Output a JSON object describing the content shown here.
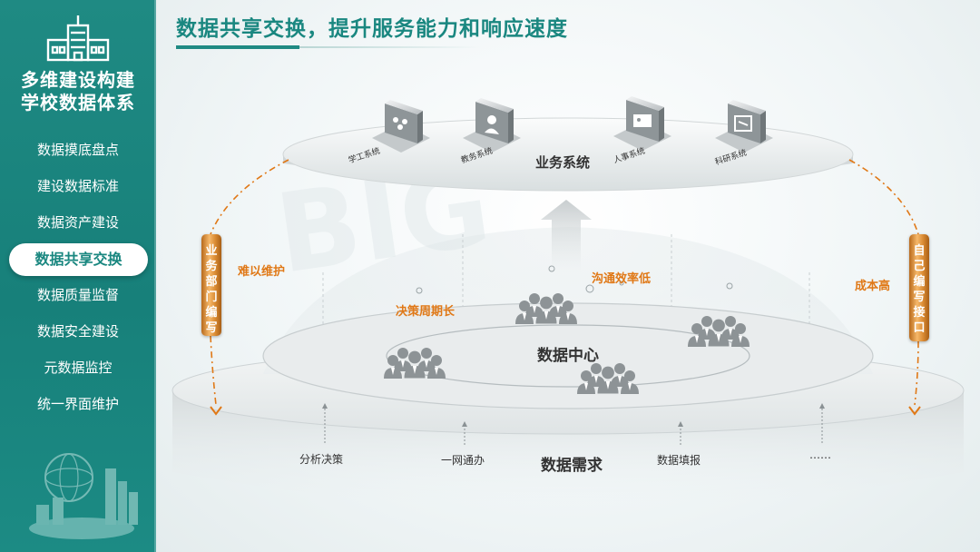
{
  "sidebar": {
    "title_line1": "多维建设构建",
    "title_line2": "学校数据体系",
    "menu": [
      {
        "label": "数据摸底盘点",
        "active": false
      },
      {
        "label": "建设数据标准",
        "active": false
      },
      {
        "label": "数据资产建设",
        "active": false
      },
      {
        "label": "数据共享交换",
        "active": true
      },
      {
        "label": "数据质量监督",
        "active": false
      },
      {
        "label": "数据安全建设",
        "active": false
      },
      {
        "label": "元数据监控",
        "active": false
      },
      {
        "label": "统一界面维护",
        "active": false
      }
    ]
  },
  "main": {
    "headline": "数据共享交换，提升服务能力和响应速度",
    "business": {
      "title": "业务系统",
      "systems": [
        "学工系统",
        "教务系统",
        "人事系统",
        "科研系统"
      ]
    },
    "center": {
      "title": "数据中心",
      "issues": [
        "决策周期长",
        "沟通效率低"
      ]
    },
    "left_tube": "业务部门编写",
    "right_tube": "自己编写接口",
    "left_note": "难以维护",
    "right_note": "成本高",
    "demand": {
      "title": "数据需求",
      "items": [
        "分析决策",
        "一网通办",
        "数据填报",
        "……"
      ]
    }
  },
  "colors": {
    "primary": "#1f8a83",
    "accent": "#e07816",
    "tube": "#d98a32"
  }
}
